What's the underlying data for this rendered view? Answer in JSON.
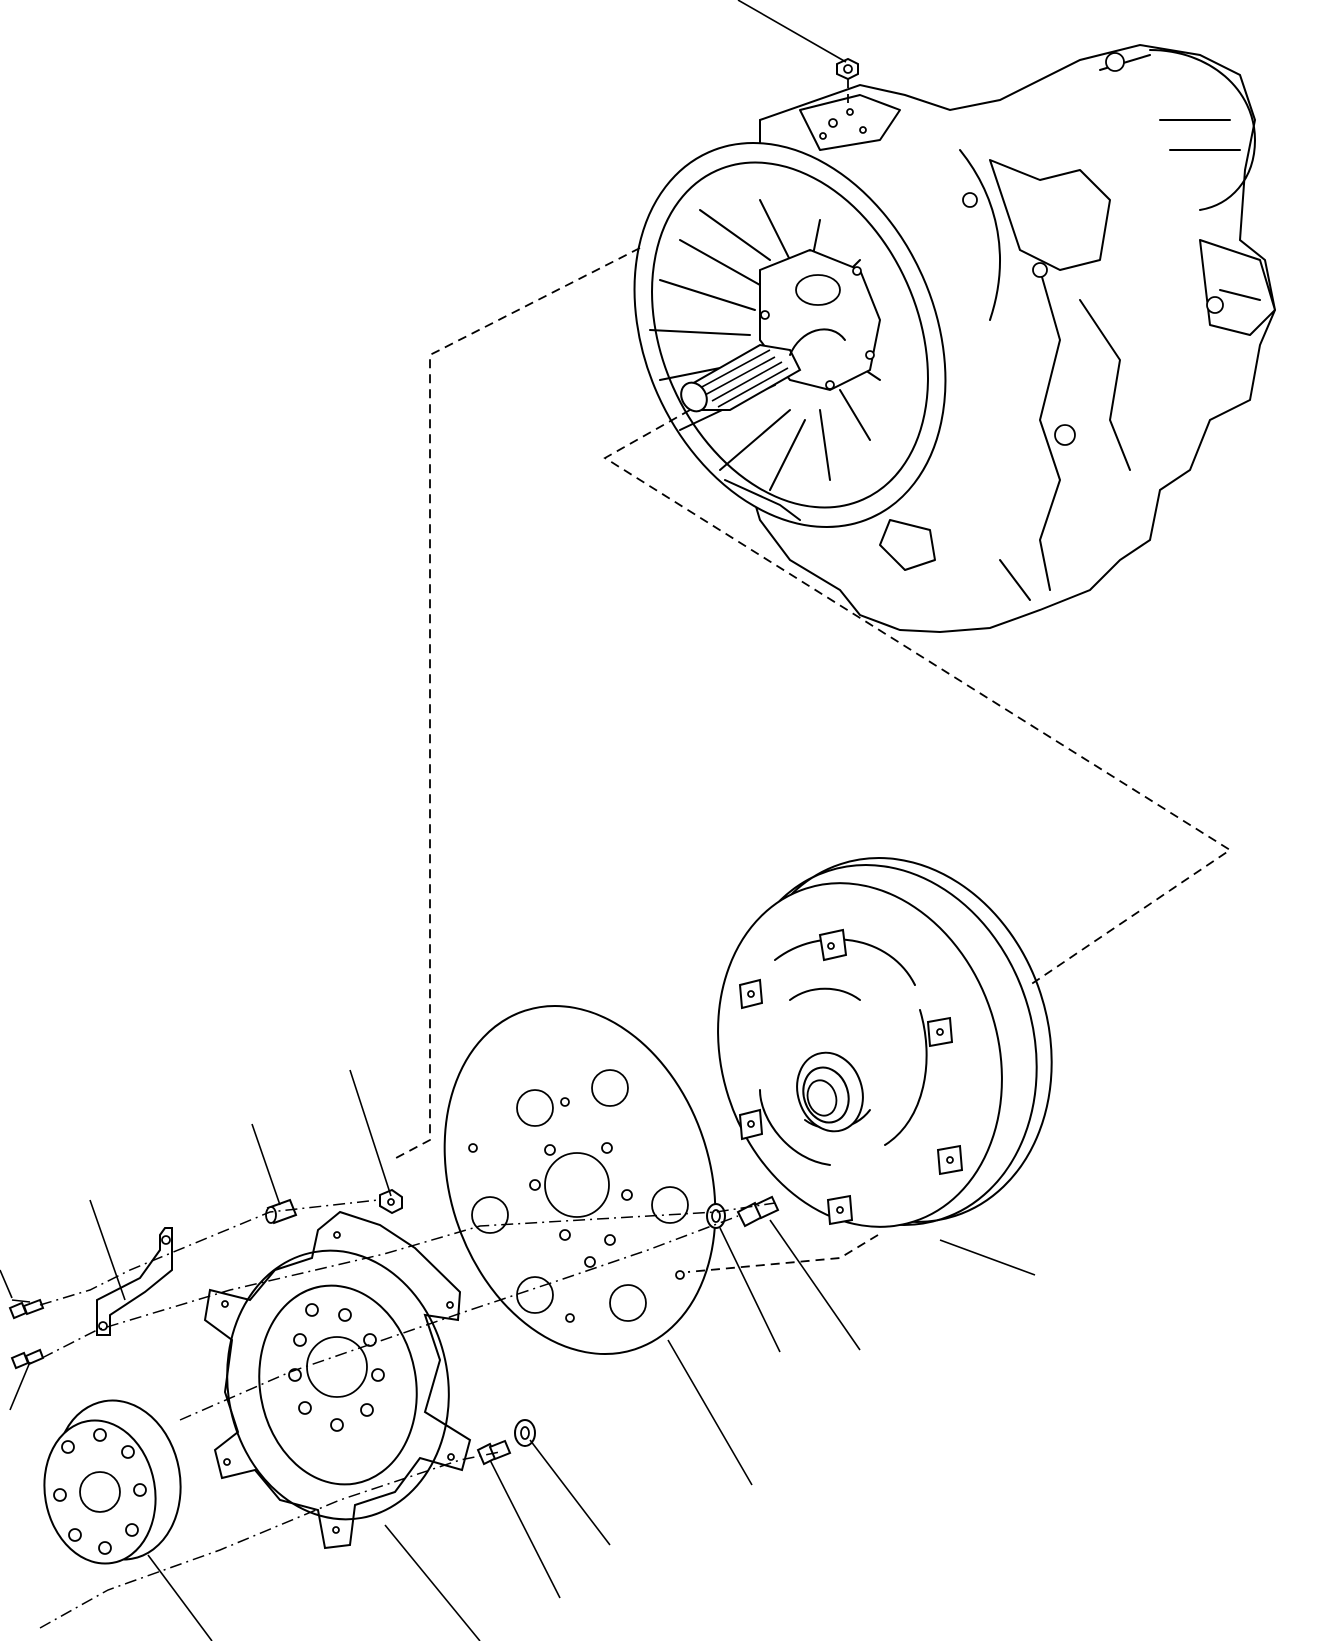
{
  "diagram": {
    "parts": [
      {
        "id": "transmission",
        "name": "transmission-assembly"
      },
      {
        "id": "torque-converter",
        "name": "torque-converter"
      },
      {
        "id": "drive-plate",
        "name": "drive-plate"
      },
      {
        "id": "flex-plate",
        "name": "flex-plate"
      },
      {
        "id": "coupling-hub",
        "name": "coupling-hub"
      },
      {
        "id": "bracket",
        "name": "bracket"
      },
      {
        "id": "fasteners",
        "name": "bolts-nuts-washers"
      }
    ],
    "callout_labels": []
  }
}
